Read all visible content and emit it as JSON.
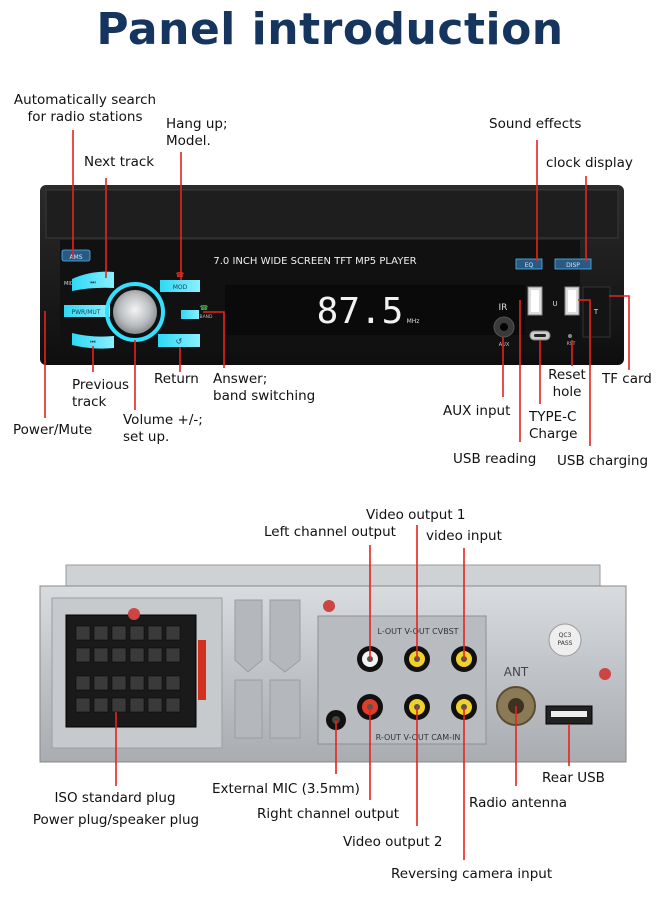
{
  "title": "Panel introduction",
  "front_panel": {
    "screen_text": "7.0 INCH WIDE SCREEN TFT MP5 PLAYER",
    "display_freq": "87.5",
    "display_unit": "MHz",
    "btn_ams": "AMS",
    "btn_mod": "MOD",
    "btn_pwr": "PWR/MUT",
    "btn_band": "BAND",
    "btn_eq": "EQ",
    "btn_disp": "DISP",
    "label_mic": "MIC",
    "label_ir": "IR",
    "label_aux": "AUX",
    "label_u": "U",
    "label_t": "T",
    "label_rst": "RST"
  },
  "front_labels": {
    "ams": "Automatically search\nfor radio stations",
    "hangup": "Hang up;\nModel.",
    "next": "Next track",
    "sound": "Sound effects",
    "clock": "clock display",
    "prev": "Previous\ntrack",
    "return": "Return",
    "answer": "Answer;\nband switching",
    "power": "Power/Mute",
    "volume": "Volume +/-;\nset up.",
    "aux": "AUX input",
    "typec": "TYPE-C\nCharge",
    "reset": "Reset\nhole",
    "tf": "TF card",
    "usb_read": "USB reading",
    "usb_charge": "USB charging"
  },
  "back_panel": {
    "row_top": "L-OUT  V-OUT  CVBST",
    "row_bottom": "R-OUT  V-OUT  CAM-IN",
    "ant": "ANT",
    "qc": "QC3\nPASS"
  },
  "back_labels": {
    "video_out1": "Video output 1",
    "left_out": "Left channel output",
    "video_in": "video input",
    "ext_mic": "External MIC (3.5mm)",
    "right_out": "Right channel output",
    "video_out2": "Video output 2",
    "reverse_cam": "Reversing camera input",
    "antenna": "Radio antenna",
    "rear_usb": "Rear USB",
    "iso": "ISO standard plug",
    "power_plug": "Power plug/speaker plug"
  }
}
